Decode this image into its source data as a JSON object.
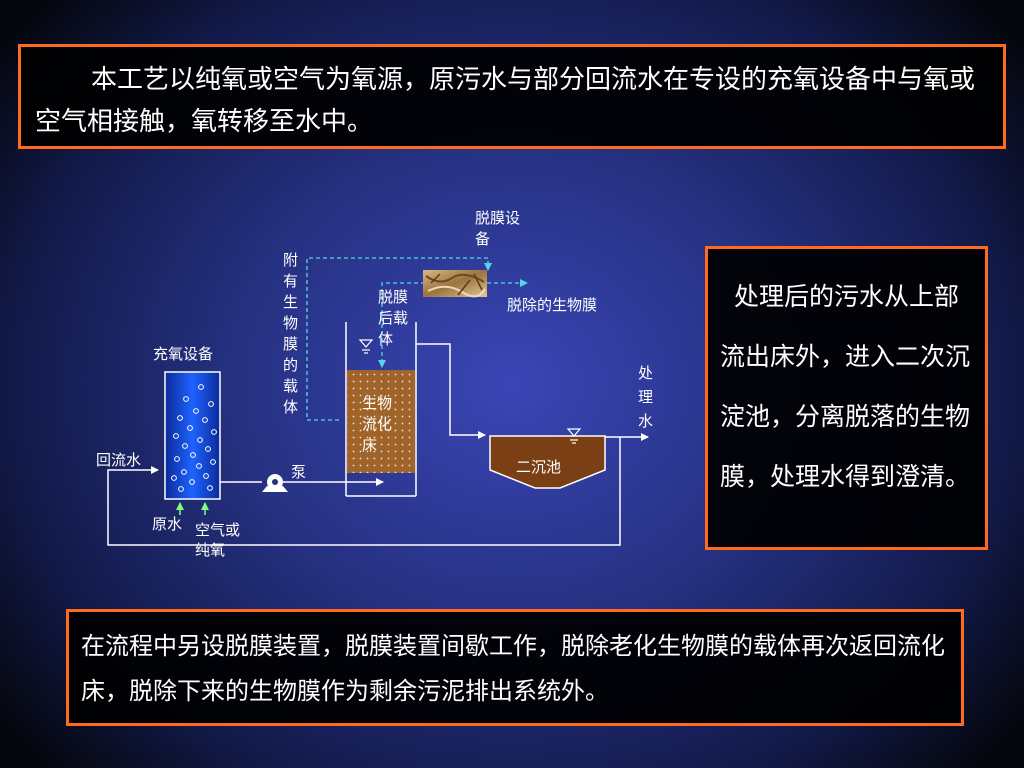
{
  "top_text": "本工艺以纯氧或空气为氧源，原污水与部分回流水在专设的充氧设备中与氧或空气相接触，氧转移至水中。",
  "right_text": "处理后的污水从上部流出床外，进入二次沉淀池，分离脱落的生物膜，处理水得到澄清。",
  "bottom_text": "在流程中另设脱膜装置，脱膜装置间歇工作，脱除老化生物膜的载体再次返回流化床，脱除下来的生物膜作为剩余污泥排出系统外。",
  "diagram": {
    "stripping_device": [
      "脱膜设",
      "备"
    ],
    "carrier_with_film": [
      "附",
      "有",
      "生",
      "物",
      "膜",
      "的",
      "载",
      "体"
    ],
    "stripped_carrier": [
      "脱膜",
      "后载",
      "体"
    ],
    "removed_film": "脱除的生物膜",
    "oxygenation_device": "充氧设备",
    "recycle_water": "回流水",
    "raw_water": "原水",
    "air_or_oxygen": [
      "空气或",
      "纯氧"
    ],
    "pump": "泵",
    "fluidized_bed": [
      "生物",
      "流化",
      "床"
    ],
    "secondary_clarifier": "二沉池",
    "treated_water": [
      "处",
      "理",
      "水"
    ]
  },
  "colors": {
    "border": "#ff6a1f",
    "dashed_line": "#55d6e6",
    "bed_fill": "#a0642a",
    "clarifier_fill": "#7a3f14",
    "oxygen_column": "#1a4fd8"
  }
}
